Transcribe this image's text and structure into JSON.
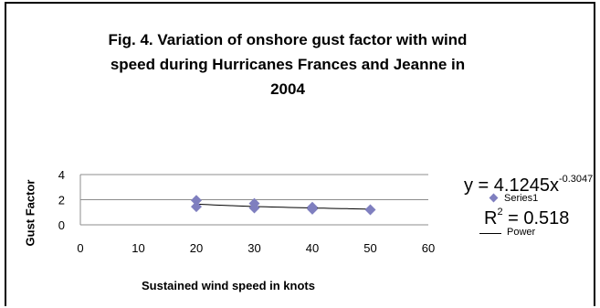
{
  "chart_data": {
    "type": "scatter",
    "title": "Fig. 4. Variation of onshore gust factor with wind speed during Hurricanes Frances and Jeanne in 2004",
    "title_lines": [
      "Fig. 4. Variation of onshore gust factor with wind",
      "speed  during  Hurricanes Frances and Jeanne in",
      "2004"
    ],
    "xlabel": "Sustained wind speed in knots",
    "ylabel": "Gust Factor",
    "xlim": [
      0,
      60
    ],
    "ylim": [
      0,
      4
    ],
    "x_ticks": [
      "0",
      "10",
      "20",
      "30",
      "40",
      "50",
      "60"
    ],
    "y_ticks": [
      "4",
      "2",
      "0"
    ],
    "grid": "horizontal",
    "series": [
      {
        "name": "Series1",
        "color": "#7f7fbf",
        "marker": "diamond",
        "points": [
          {
            "x": 20,
            "y": 1.95
          },
          {
            "x": 20,
            "y": 1.45
          },
          {
            "x": 30,
            "y": 1.7
          },
          {
            "x": 30,
            "y": 1.35
          },
          {
            "x": 40,
            "y": 1.4
          },
          {
            "x": 40,
            "y": 1.25
          },
          {
            "x": 50,
            "y": 1.2
          }
        ]
      }
    ],
    "trendline": {
      "name": "Power",
      "type": "power",
      "coefficient": 4.1245,
      "exponent": -0.3047,
      "x_range": [
        20,
        50
      ],
      "equation_prefix": "y = 4.1245x",
      "equation_exponent": "-0.3047",
      "r2_label": "R",
      "r2_sup": "2",
      "r2_value": " = 0.518"
    },
    "legend_position": "right"
  }
}
